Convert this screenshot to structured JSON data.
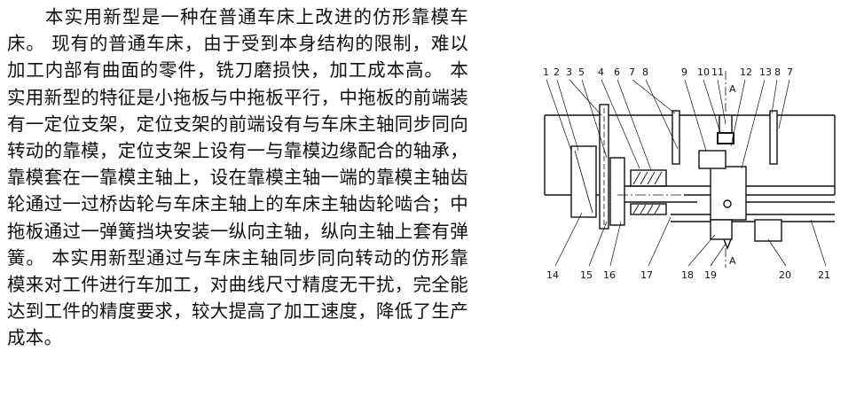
{
  "abstract": {
    "text": "本实用新型是一种在普通车床上改进的仿形靠模车床。 现有的普通车床，由于受到本身结构的限制，难以加工内部有曲面的零件，铣刀磨损快，加工成本高。 本实用新型的特征是小拖板与中拖板平行，中拖板的前端装有一定位支架，定位支架的前端设有与车床主轴同步同向转动的靠模，定位支架上设有一与靠模边缘配合的轴承，靠模套在一靠模主轴上，设在靠模主轴一端的靠模主轴齿轮通过一过桥齿轮与车床主轴上的车床主轴齿轮啮合；中拖板通过一弹簧挡块安装一纵向主轴，纵向主轴上套有弹簧。 本实用新型通过与车床主轴同步同向转动的仿形靠模来对工件进行车加工，对曲线尺寸精度无干扰，完全能达到工件的精度要求，较大提高了加工速度，降低了生产成本。"
  },
  "figure": {
    "top_labels": [
      "1",
      "2",
      "3",
      "5",
      "4",
      "6",
      "7",
      "8",
      "9",
      "10",
      "11",
      "12",
      "13",
      "8",
      "7"
    ],
    "bottom_labels": [
      "14",
      "15",
      "16",
      "17",
      "18",
      "19",
      "20",
      "21"
    ],
    "section_mark": "A"
  }
}
